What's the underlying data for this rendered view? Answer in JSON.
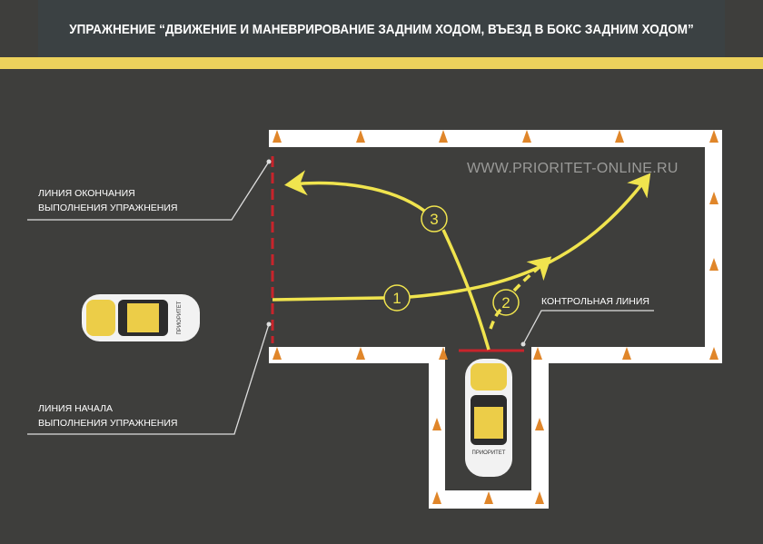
{
  "title": "УПРАЖНЕНИЕ “ДВИЖЕНИЕ И МАНЕВРИРОВАНИЕ ЗАДНИМ ХОДОМ, ВЪЕЗД В БОКС ЗАДНИМ ХОДОМ”",
  "watermark": "WWW.PRIORITET-ONLINE.RU",
  "labels": {
    "finish_line": [
      "ЛИНИЯ ОКОНЧАНИЯ",
      "ВЫПОЛНЕНИЯ УПРАЖНЕНИЯ"
    ],
    "start_line": [
      "ЛИНИЯ НАЧАЛА",
      "ВЫПОЛНЕНИЯ УПРАЖНЕНИЯ"
    ],
    "control_line": "КОНТРОЛЬНАЯ ЛИНИЯ"
  },
  "steps": [
    "1",
    "2",
    "3"
  ],
  "car_text": "ПРИОРИТЕТ",
  "colors": {
    "asphalt": "#3e3e3c",
    "header": "#3b4143",
    "accent": "#edd25c",
    "path": "#f0e44e",
    "line_red": "#c8242b",
    "cone": "#e0862a",
    "wall": "#ffffff"
  }
}
